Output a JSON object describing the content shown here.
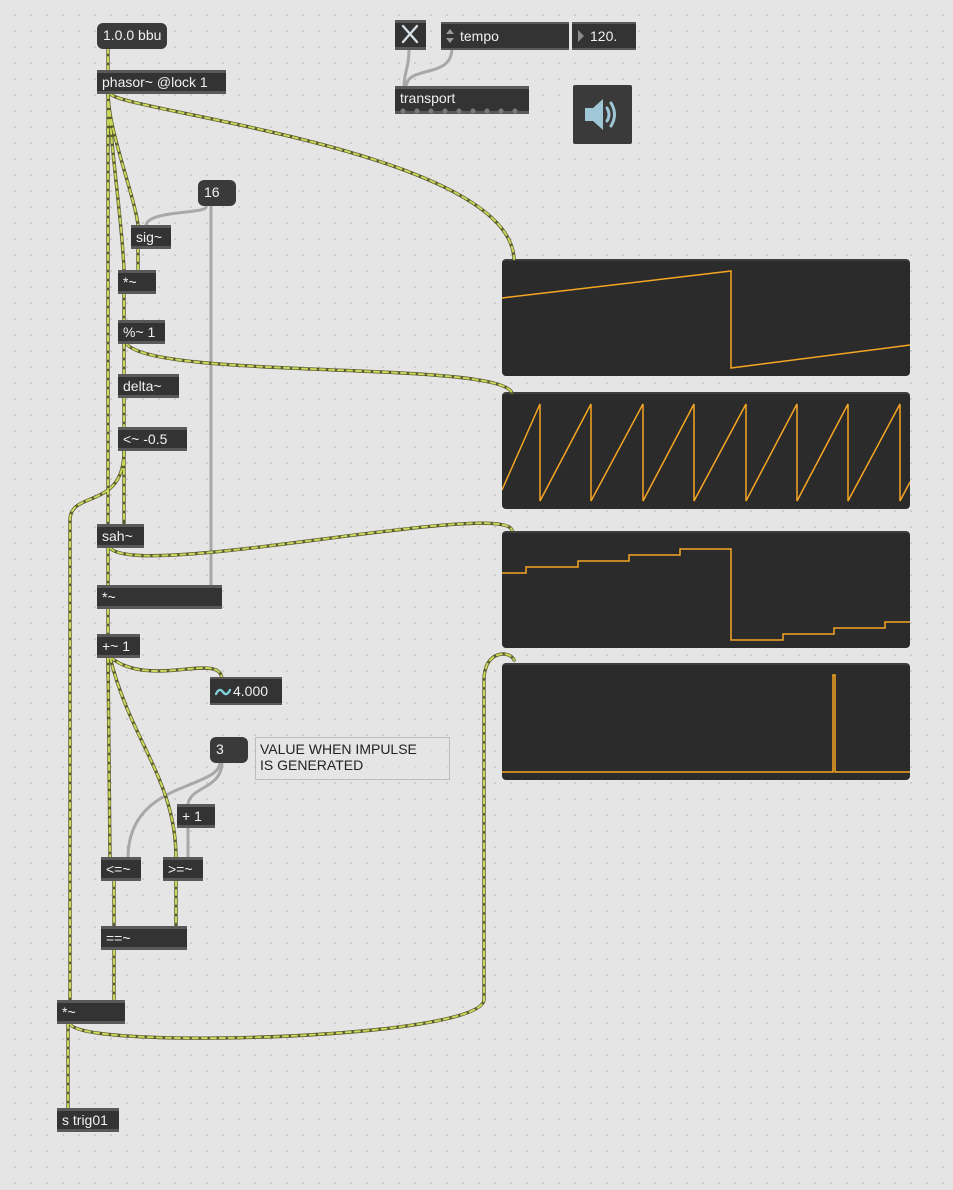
{
  "patch": {
    "objects": {
      "bbu_message": "1.0.0 bbu",
      "phasor": "phasor~ @lock 1",
      "transport": "transport",
      "tempo_label": "tempo",
      "tempo_value": "120.",
      "steps_message": "16",
      "sig": "sig~",
      "multiply_1": "*~",
      "modulo": "%~ 1",
      "delta": "delta~",
      "less_than": "<~ -0.5",
      "sah": "sah~",
      "multiply_2": "*~",
      "plus_one_signal": "+~ 1",
      "signal_number_value": "4.000",
      "target_message": "3",
      "plus_one": "+ 1",
      "less_equal": "<=~",
      "greater_equal": ">=~",
      "equal": "==~",
      "multiply_3": "*~",
      "send": "s trig01"
    },
    "comment_line1": "VALUE WHEN IMPULSE",
    "comment_line2": "IS GENERATED",
    "colors": {
      "background": "#e5e5e5",
      "object_fill": "#333333",
      "scope_fill": "#2b2b2b",
      "scope_trace": "#f5a623",
      "signal_cord": "#c8d85a",
      "control_cord": "#a8a8a8"
    },
    "icons": {
      "toggle": "x-toggle-icon",
      "speaker": "speaker-icon",
      "signal": "tilde-wave-icon",
      "number_arrow": "triangle-right-icon"
    }
  },
  "chart_data": [
    {
      "type": "line",
      "series": [
        {
          "values": [
            0.63,
            0.69,
            0.75,
            0.81,
            0.06,
            0.12,
            0.18
          ]
        }
      ],
      "ylim": [
        0,
        1
      ]
    },
    {
      "type": "line",
      "series": [
        {
          "values": [
            0,
            1,
            0,
            1,
            0,
            1,
            0,
            1,
            0,
            1,
            0,
            1,
            0,
            1,
            0,
            1,
            0,
            1
          ]
        }
      ],
      "ylim": [
        0,
        1
      ]
    },
    {
      "type": "line",
      "series": [
        {
          "values": [
            0.6875,
            0.75,
            0.8125,
            0.875,
            0.9375,
            0,
            0.0625,
            0.125,
            0.1875,
            0.25
          ]
        }
      ],
      "ylim": [
        0,
        1
      ]
    },
    {
      "type": "line",
      "series": [
        {
          "values": [
            0,
            0,
            0,
            0,
            1,
            0,
            0
          ]
        }
      ],
      "ylim": [
        0,
        1
      ]
    }
  ]
}
